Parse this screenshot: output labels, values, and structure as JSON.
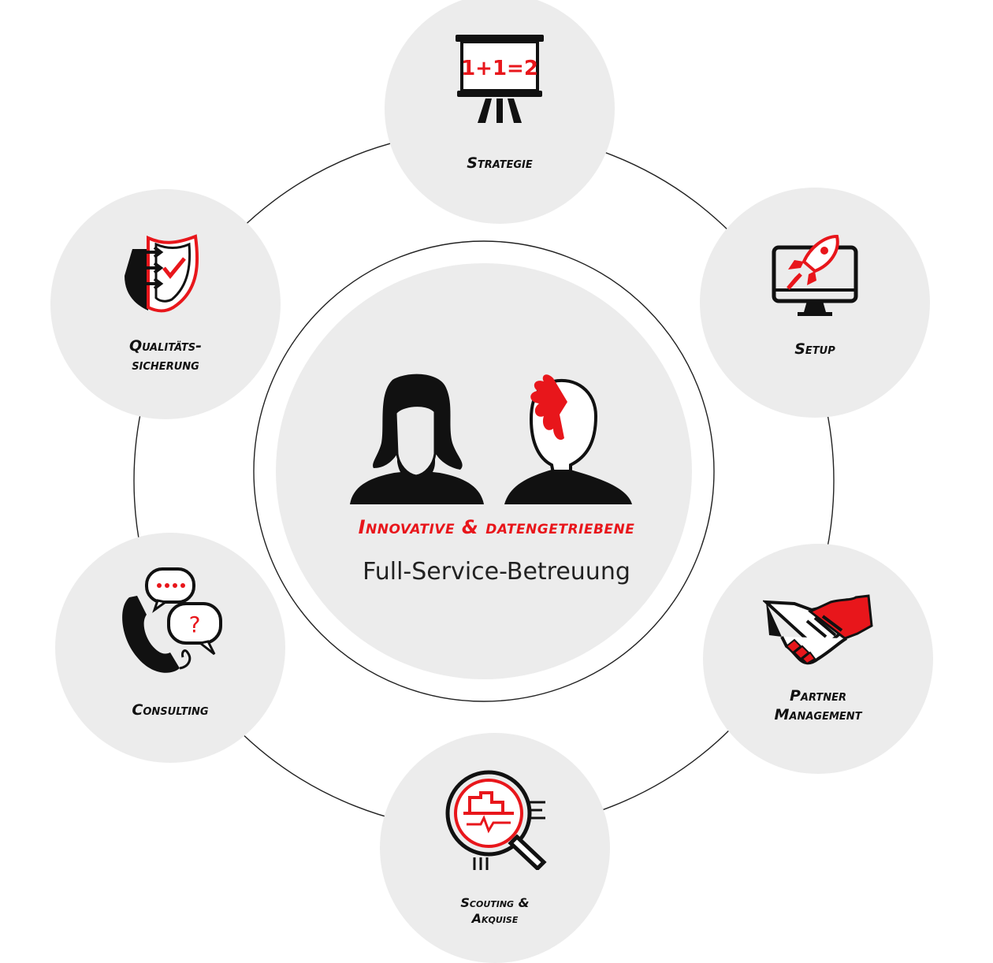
{
  "colors": {
    "accent": "#e8161b",
    "node_bg": "#ececec",
    "ink": "#111111",
    "ring": "#222222"
  },
  "center": {
    "title": "Innovative & datengetriebene",
    "subtitle": "Full-Service-Betreuung",
    "icon": "two-people-icon"
  },
  "nodes": {
    "strategie": {
      "lines": [
        "Strategie"
      ],
      "icon": "presentation-board-icon",
      "board_text": "1+1=2"
    },
    "setup": {
      "lines": [
        "Setup"
      ],
      "icon": "rocket-monitor-icon"
    },
    "partner": {
      "lines": [
        "Partner",
        "Management"
      ],
      "icon": "handshake-icon"
    },
    "scouting": {
      "lines": [
        "Scouting &",
        "Akquise"
      ],
      "icon": "magnifier-chart-icon"
    },
    "consulting": {
      "lines": [
        "Consulting"
      ],
      "icon": "phone-speech-icon",
      "bubble_text": "?"
    },
    "qualitaet": {
      "lines": [
        "Qualitäts-",
        "sicherung"
      ],
      "icon": "shield-check-icon"
    }
  }
}
